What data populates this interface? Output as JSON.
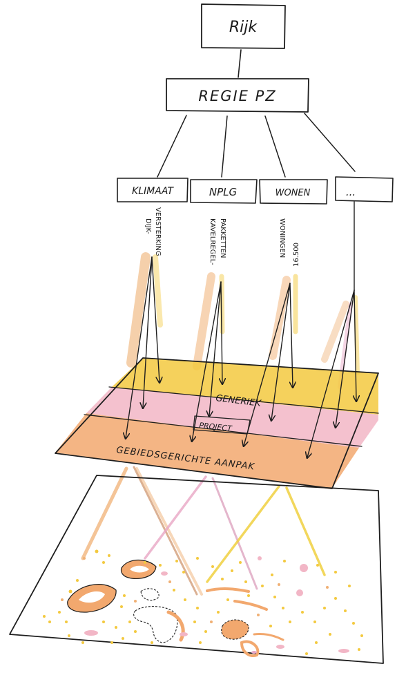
{
  "top_box": {
    "label": "Rijk"
  },
  "regie_box": {
    "label": "REGIE PZ"
  },
  "programs": [
    {
      "label": "KLIMAAT",
      "annotation_1": "DIJK-",
      "annotation_2": "VERSTERKING"
    },
    {
      "label": "NPLG",
      "annotation_1": "KAVELREGEL-",
      "annotation_2": "PAKKETTEN"
    },
    {
      "label": "WONEN",
      "annotation_1": "WONINGEN",
      "annotation_2": "16.500"
    },
    {
      "label": "..."
    }
  ],
  "layers": [
    {
      "label": "GENERIEK",
      "color": "#f3c93f"
    },
    {
      "label": "PROJECT",
      "color": "#f2b6c6"
    },
    {
      "label": "GEBIEDSGERICHTE AANPAK",
      "color": "#f2a86e"
    }
  ],
  "colors": {
    "ink": "#1e1e1e",
    "orange_trail": "#f0b074",
    "pink_trail": "#e8a6c4",
    "yellow_trail": "#f0d040",
    "map_orange": "#f2a86e",
    "map_pink": "#f2b6c6",
    "map_yellow": "#f3c93f"
  }
}
